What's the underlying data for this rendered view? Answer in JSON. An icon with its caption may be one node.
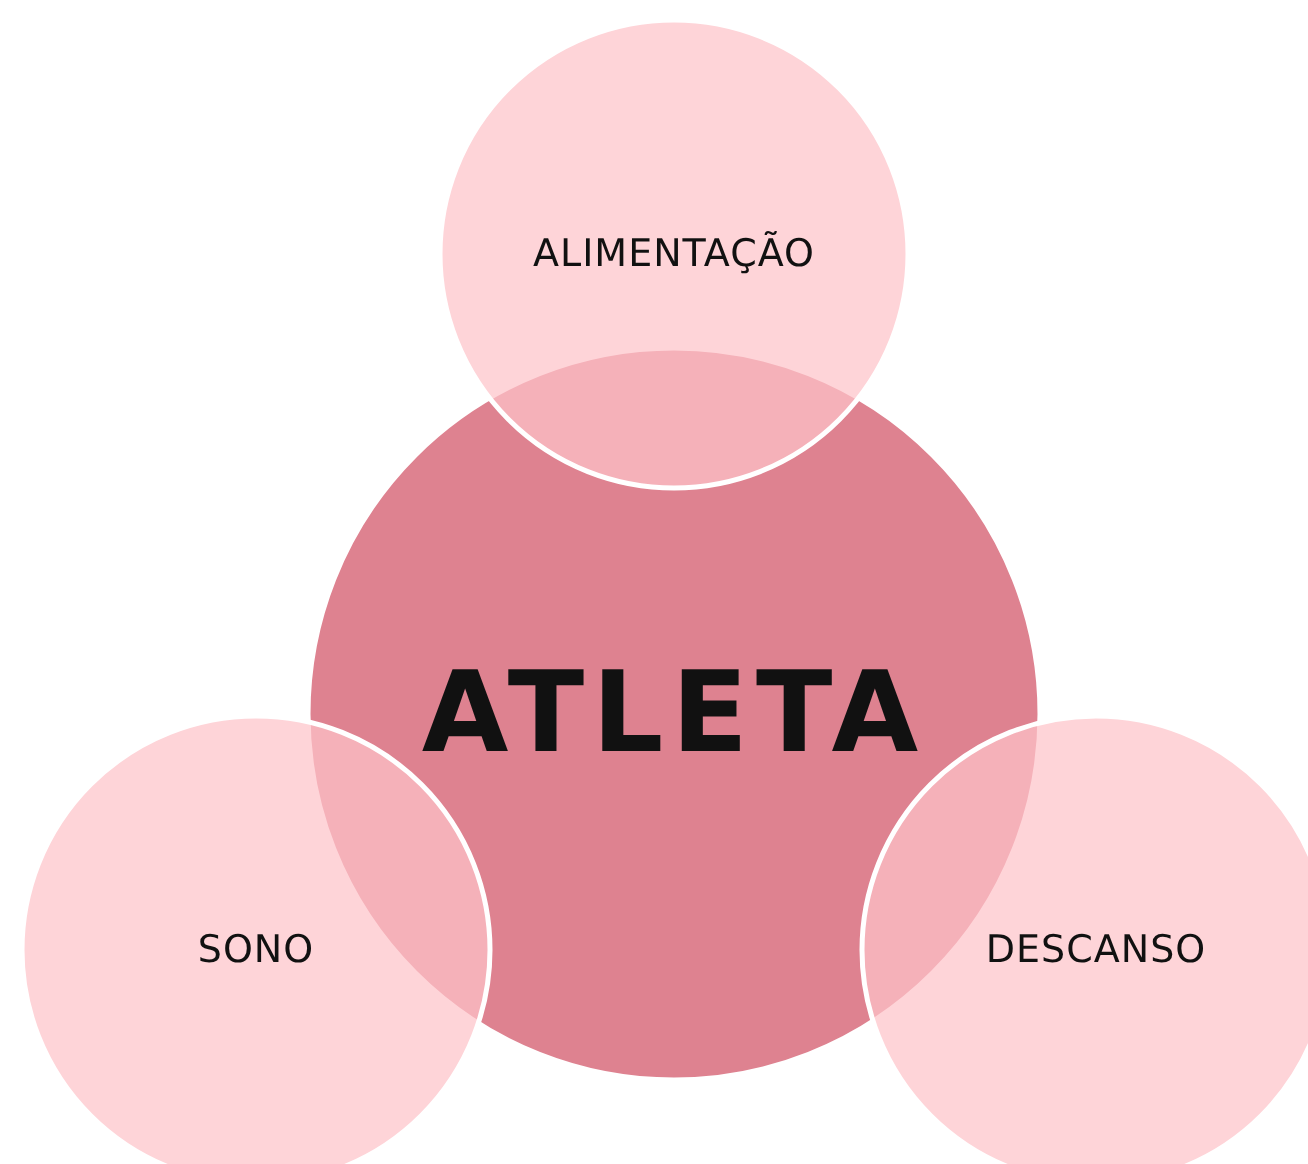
{
  "diagram": {
    "nodes": [
      {
        "text": [
          "ALIMENTAÇÃO"
        ]
      },
      {
        "text": [
          "ATLETA"
        ]
      },
      {
        "text": [
          "SONO"
        ]
      },
      {
        "text": [
          "DESCANSO"
        ]
      }
    ]
  }
}
